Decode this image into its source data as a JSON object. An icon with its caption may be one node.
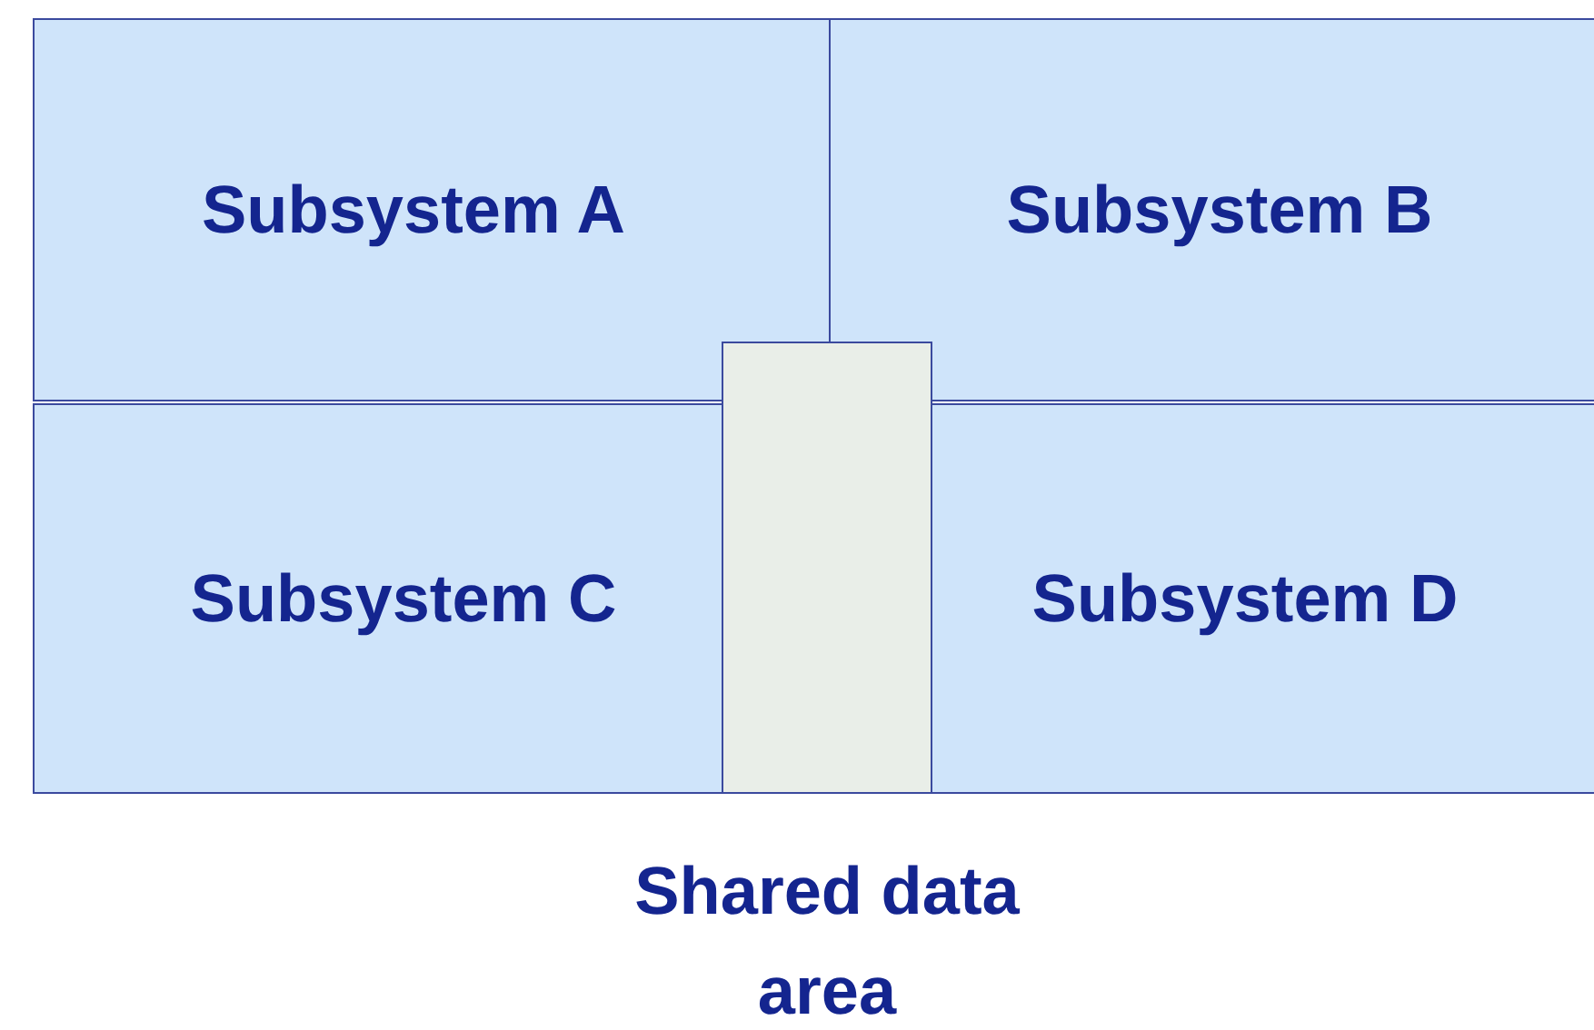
{
  "diagram": {
    "nodes": [
      {
        "text": [
          "Subsystem A"
        ]
      },
      {
        "text": [
          "Subsystem B"
        ]
      },
      {
        "text": [
          "Subsystem C"
        ]
      },
      {
        "text": [
          "Subsystem D"
        ]
      },
      {
        "text": [
          "Shared data area"
        ]
      }
    ]
  }
}
